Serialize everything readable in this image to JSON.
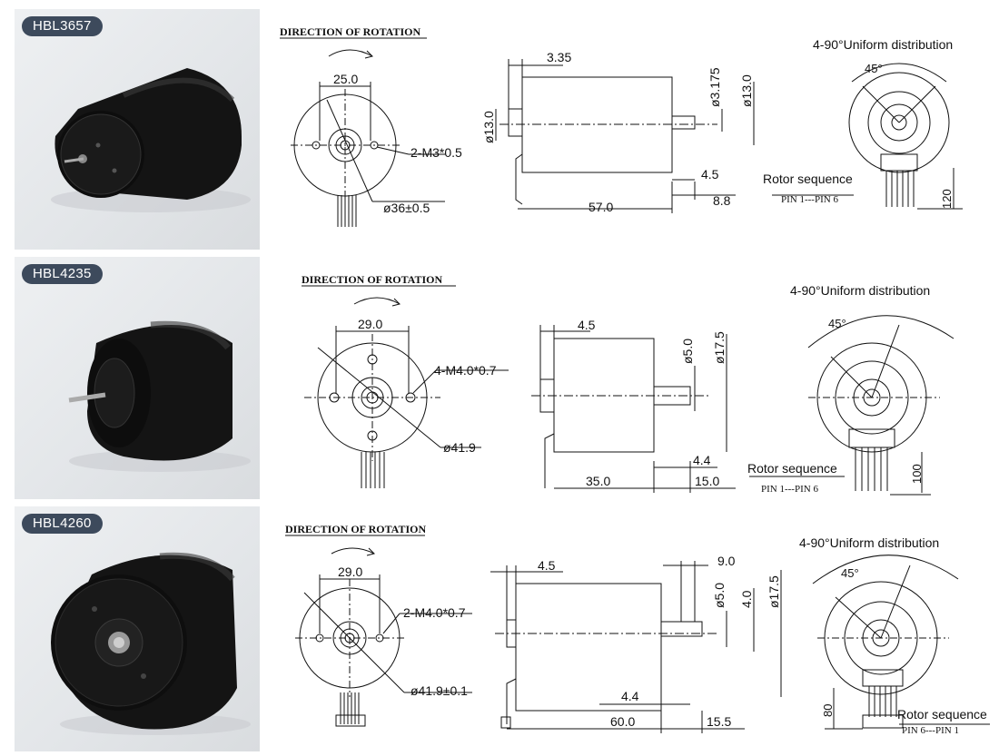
{
  "rows": [
    {
      "model": "HBL3657",
      "direction_label": "DIRECTION OF ROTATION",
      "front": {
        "width_dim": "25.0",
        "hole_note": "2-M3*0.5",
        "diameter_note": "ø36±0.5"
      },
      "side": {
        "flange": "3.35",
        "body_dia": "ø13.0",
        "shaft_dia": "ø3.175",
        "shaft_outer": "ø13.0",
        "length": "57.0",
        "shaft_len": "8.8",
        "step": "4.5"
      },
      "rear": {
        "distribution": "4-90°Uniform distribution",
        "angle": "45°",
        "rotor_label": "Rotor sequence",
        "pin_label": "PIN 1---PIN 6",
        "lead_len": "120"
      }
    },
    {
      "model": "HBL4235",
      "direction_label": "DIRECTION OF ROTATION",
      "front": {
        "width_dim": "29.0",
        "hole_note": "4-M4.0*0.7",
        "diameter_note": "ø41.9"
      },
      "side": {
        "flange": "4.5",
        "shaft_dia": "ø5.0",
        "body_dia": "ø17.5",
        "length": "35.0",
        "shaft_len": "15.0",
        "step": "4.4"
      },
      "rear": {
        "distribution": "4-90°Uniform distribution",
        "angle": "45°",
        "rotor_label": "Rotor sequence",
        "pin_label": "PIN 1---PIN 6",
        "lead_len": "100"
      }
    },
    {
      "model": "HBL4260",
      "direction_label": "DIRECTION OF ROTATION",
      "front": {
        "width_dim": "29.0",
        "hole_note": "2-M4.0*0.7",
        "diameter_note": "ø41.9±0.1"
      },
      "side": {
        "flange": "4.5",
        "shaft_offset": "9.0",
        "shaft_dia": "ø5.0",
        "flat": "4.0",
        "body_dia": "ø17.5",
        "length": "60.0",
        "shaft_len": "15.5",
        "step": "4.4"
      },
      "rear": {
        "distribution": "4-90°Uniform distribution",
        "angle": "45°",
        "rotor_label": "Rotor sequence",
        "pin_label": "PIN 6---PIN 1",
        "lead_len": "80"
      }
    }
  ]
}
